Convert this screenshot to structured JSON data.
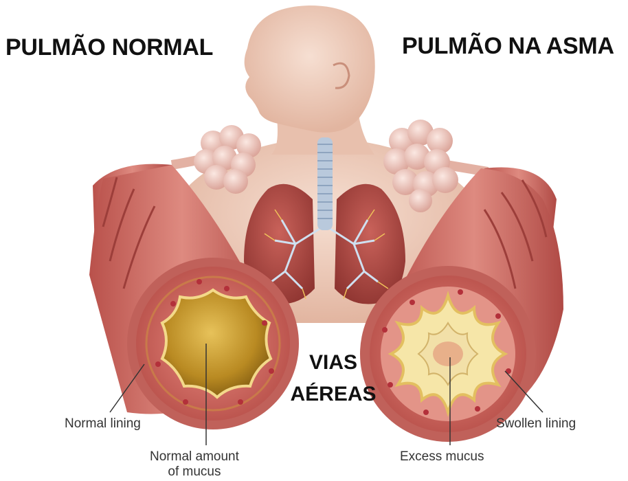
{
  "titles": {
    "left": "PULMÃO NORMAL",
    "right": "PULMÃO NA ASMA"
  },
  "center": {
    "line1": "VIAS",
    "line2": "AÉREAS"
  },
  "callouts": {
    "normal_lining": "Normal lining",
    "normal_mucus_line1": "Normal amount",
    "normal_mucus_line2": "of mucus",
    "swollen_lining": "Swollen lining",
    "excess_mucus": "Excess mucus"
  },
  "colors": {
    "skin": "#eecdbb",
    "airway_wall": "#d9776f",
    "airway_ring": "#b5524e",
    "lumen_normal": "#c89a2a",
    "mucus_excess": "#f3e3a6",
    "lung": "#a8433f",
    "trachea": "#b9c9dc"
  }
}
